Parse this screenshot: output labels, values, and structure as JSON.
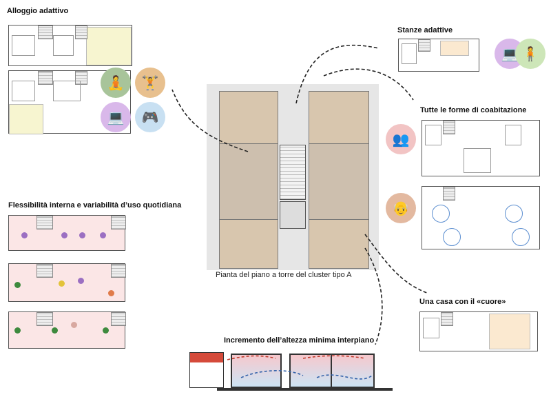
{
  "titles": {
    "adaptive_dwelling": "Alloggio adattivo",
    "adaptive_rooms": "Stanze adattive",
    "cohabitation": "Tutte le forme di coabitazione",
    "flexibility": "Flessibilità interna e variabilità d’uso quotidiana",
    "heart_house": "Una casa con il «cuore»",
    "height_increase": "Incremento dell’altezza minima interpiano"
  },
  "caption": "Pianta del piano a torre del cluster tipo A",
  "icons": {
    "meditation": {
      "name": "meditation-icon",
      "color": "#a8c49a",
      "glyph": "🧘"
    },
    "fitness": {
      "name": "weightlifting-icon",
      "color": "#e8c08e",
      "glyph": "🏋"
    },
    "work": {
      "name": "desk-worker-icon",
      "color": "#d9b8ea",
      "glyph": "💻"
    },
    "gaming": {
      "name": "gamepad-icon",
      "color": "#c8e0f2",
      "glyph": "🎮"
    },
    "group": {
      "name": "group-icon",
      "color": "#f2c4c4",
      "glyph": "👥"
    },
    "elderly": {
      "name": "elderly-couple-icon",
      "color": "#e3b9a0",
      "glyph": "👴"
    },
    "standing": {
      "name": "standing-person-icon",
      "color": "#cde6b8",
      "glyph": "🧍"
    }
  },
  "colors": {
    "highlight": "#f7f5d0",
    "pink": "#fbe6e6",
    "wood": "#d8c6ae",
    "arrow": "#222"
  }
}
